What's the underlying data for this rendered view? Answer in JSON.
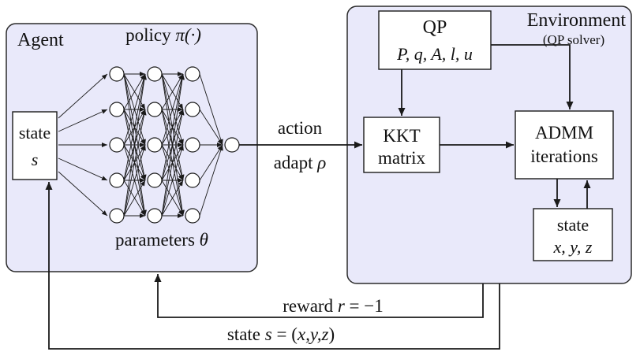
{
  "diagram": {
    "agent": {
      "label": "Agent",
      "policy_prefix": "policy ",
      "policy_symbol": "π(·)",
      "parameters_prefix": "parameters ",
      "parameters_symbol": "θ",
      "state_box": {
        "line1": "state",
        "line2": "s"
      },
      "network": {
        "layers": [
          5,
          5,
          5,
          1
        ]
      }
    },
    "environment": {
      "label": "Environment",
      "sublabel": "(QP solver)",
      "qp_box": {
        "title": "QP",
        "params": "P, q, A, l, u"
      },
      "kkt_box": {
        "line1": "KKT",
        "line2": "matrix"
      },
      "admm_box": {
        "line1": "ADMM",
        "line2": "iterations"
      },
      "state_box": {
        "line1": "state",
        "line2": "x, y, z"
      }
    },
    "labels": {
      "action_line1": "action",
      "action_line2_prefix": "adapt ",
      "action_line2_symbol": "ρ",
      "reward_prefix": "reward ",
      "reward_symbol": "r",
      "reward_suffix": " = −1",
      "state_prefix": "state ",
      "state_symbol": "s",
      "state_eq": " = (",
      "state_vars": "x,y,z",
      "state_close": ")"
    },
    "colors": {
      "panel_fill": "#e9e9fa",
      "panel_stroke": "#2b2b2b",
      "box_fill": "#ffffff",
      "box_stroke": "#1a1a1a",
      "line": "#1a1a1a"
    }
  }
}
